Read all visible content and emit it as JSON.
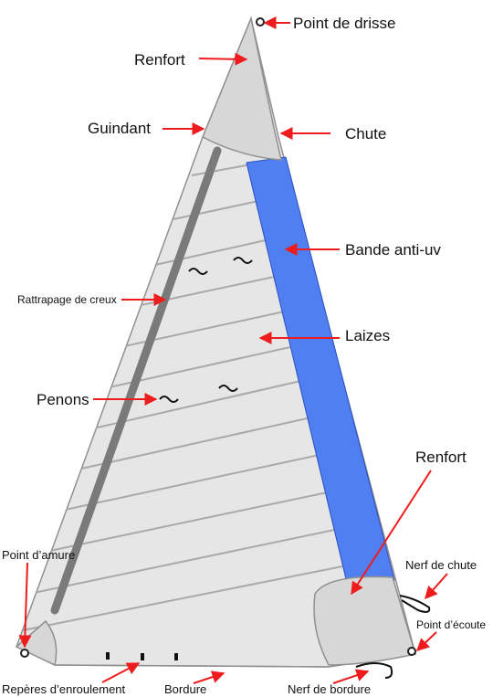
{
  "labels": {
    "point_de_drisse": "Point de drisse",
    "renfort_top": "Renfort",
    "guindant": "Guindant",
    "chute": "Chute",
    "bande_anti_uv": "Bande anti-uv",
    "rattrapage_de_creux": "Rattrapage de creux",
    "laizes": "Laizes",
    "penons": "Penons",
    "renfort_bottom": "Renfort",
    "nerf_de_chute": "Nerf de chute",
    "point_d_amure": "Point d’amure",
    "point_d_ecoute": "Point d’écoute",
    "reperes_d_enroulement": "Repères d’enroulement",
    "bordure": "Bordure",
    "nerf_de_bordure": "Nerf de bordure"
  },
  "colors": {
    "sail": "#e6e6e6",
    "reinforcement": "#d7d7d7",
    "uv_band": "#4f7ff0",
    "seam": "#a9a9a9",
    "arrow": "#ee1c1c",
    "outline": "#909090"
  }
}
